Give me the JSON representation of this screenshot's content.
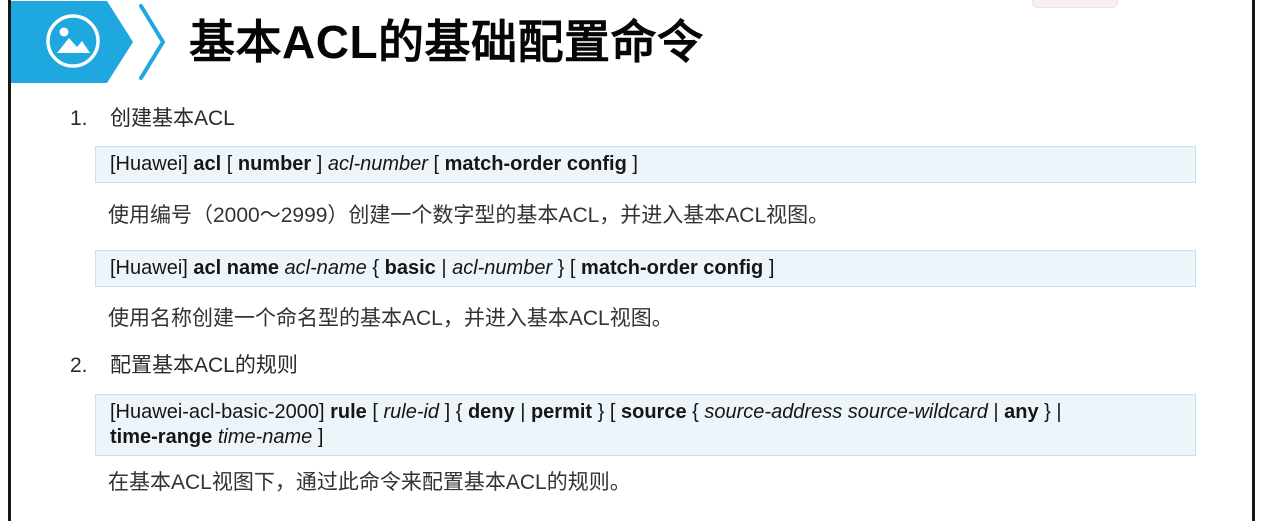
{
  "theme": {
    "accent_color": "#1fa7e0",
    "command_box_bg": "#edf5fa",
    "command_box_border": "#c6e2ef",
    "frame_border_color": "#161616"
  },
  "header": {
    "title": "基本ACL的基础配置命令",
    "icon": "image-icon"
  },
  "sections": [
    {
      "number": "1.",
      "heading": "创建基本ACL",
      "commands": [
        {
          "segments": [
            {
              "t": "[Huawei] "
            },
            {
              "t": "acl",
              "s": "b"
            },
            {
              "t": " [ "
            },
            {
              "t": "number",
              "s": "b"
            },
            {
              "t": " ] "
            },
            {
              "t": "acl-number",
              "s": "i"
            },
            {
              "t": " [ "
            },
            {
              "t": "match-order config",
              "s": "b"
            },
            {
              "t": " ]"
            }
          ],
          "description": "使用编号（2000～2999）创建一个数字型的基本ACL，并进入基本ACL视图。"
        },
        {
          "segments": [
            {
              "t": "[Huawei] "
            },
            {
              "t": "acl name",
              "s": "b"
            },
            {
              "t": " "
            },
            {
              "t": "acl-name",
              "s": "i"
            },
            {
              "t": " { "
            },
            {
              "t": "basic",
              "s": "b"
            },
            {
              "t": " | "
            },
            {
              "t": "acl-number",
              "s": "i"
            },
            {
              "t": " } [ "
            },
            {
              "t": "match-order config",
              "s": "b"
            },
            {
              "t": " ]"
            }
          ],
          "description": "使用名称创建一个命名型的基本ACL，并进入基本ACL视图。"
        }
      ]
    },
    {
      "number": "2.",
      "heading": "配置基本ACL的规则",
      "commands": [
        {
          "segments": [
            {
              "t": "[Huawei-acl-basic-2000] "
            },
            {
              "t": "rule",
              "s": "b"
            },
            {
              "t": " [ "
            },
            {
              "t": "rule-id",
              "s": "i"
            },
            {
              "t": " ] { "
            },
            {
              "t": "deny",
              "s": "b"
            },
            {
              "t": " | "
            },
            {
              "t": "permit",
              "s": "b"
            },
            {
              "t": " } [ "
            },
            {
              "t": "source",
              "s": "b"
            },
            {
              "t": " { "
            },
            {
              "t": "source-address source-wildcard",
              "s": "i"
            },
            {
              "t": " | "
            },
            {
              "t": "any",
              "s": "b"
            },
            {
              "t": " } |"
            },
            {
              "t": "\n",
              "s": "br"
            },
            {
              "t": "time-range",
              "s": "b"
            },
            {
              "t": " "
            },
            {
              "t": "time-name",
              "s": "i"
            },
            {
              "t": " ]"
            }
          ],
          "description": "在基本ACL视图下，通过此命令来配置基本ACL的规则。"
        }
      ]
    }
  ]
}
